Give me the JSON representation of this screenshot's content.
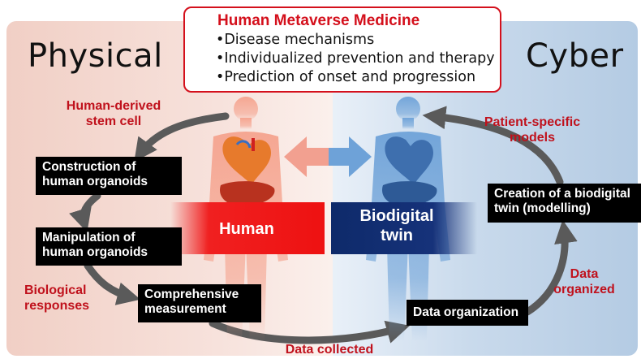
{
  "side_titles": {
    "physical": "Physical",
    "cyber": "Cyber"
  },
  "header": {
    "title": "Human Metaverse Medicine",
    "bullets": [
      "•Disease mechanisms",
      "•Individualized prevention and therapy",
      "•Prediction of onset and progression"
    ]
  },
  "bands": {
    "human": "Human",
    "twin": "Biodigital twin"
  },
  "steps": {
    "construction": "Construction of human organoids",
    "manipulation": "Manipulation of human organoids",
    "measurement": "Comprehensive measurement",
    "organization": "Data organization",
    "creation": "Creation of a biodigital twin (modelling)"
  },
  "labels": {
    "stem_cell": "Human-derived stem cell",
    "biological_responses": "Biological responses",
    "data_collected": "Data collected",
    "data_organized": "Data organized",
    "patient_models": "Patient-specific models"
  },
  "colors": {
    "accent_red": "#d4101c",
    "human_band": "#ee1111",
    "twin_band": "#16327a",
    "arrow_gray": "#5a5a5a",
    "human_body": "#f5a38e",
    "twin_body": "#6ea2d8"
  }
}
